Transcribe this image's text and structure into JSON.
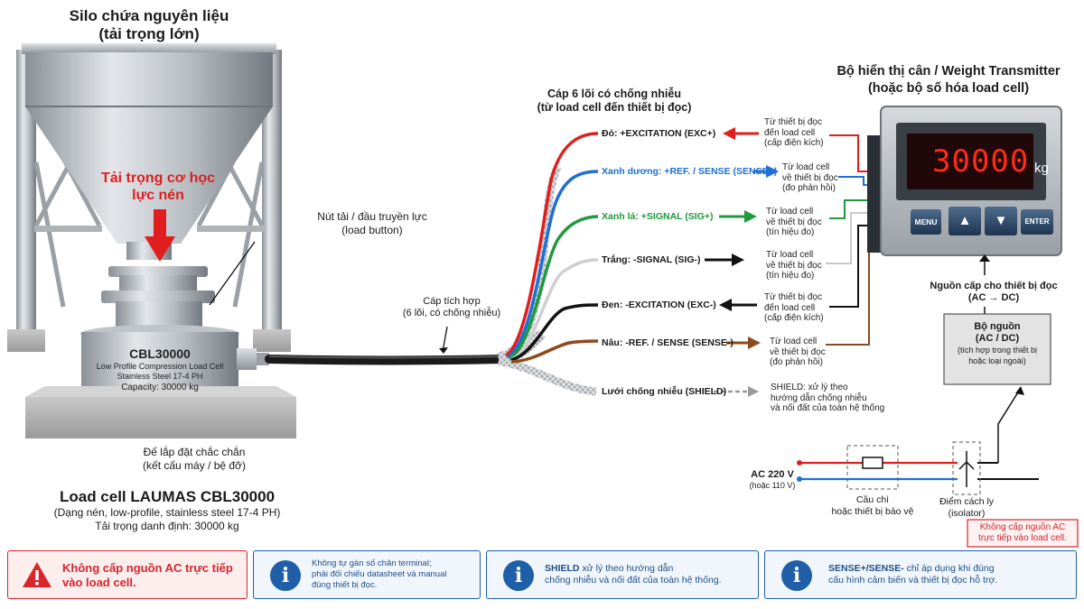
{
  "silo": {
    "title_line1": "Silo chứa nguyên liệu",
    "title_line2": "(tải trọng lớn)",
    "load_line1": "Tải trọng cơ học",
    "load_line2": "lực nén"
  },
  "load_button": {
    "line1": "Nút tải / đầu truyền lực",
    "line2": "(load button)"
  },
  "loadcell_body": {
    "model": "CBL30000",
    "desc": "Low Profile Compression Load Cell",
    "material": "Stainless Steel 17-4 PH",
    "capacity": "Capacity: 30000 kg"
  },
  "base": {
    "line1": "Đế lắp đặt chắc chắn",
    "line2": "(kết cấu máy / bệ đỡ)"
  },
  "loadcell_caption": {
    "title": "Load cell LAUMAS CBL30000",
    "line1": "(Dạng nén, low-profile, stainless steel 17-4 PH)",
    "line2": "Tải trọng danh định: 30000 kg"
  },
  "integrated_cable": {
    "line1": "Cáp tích hợp",
    "line2": "(6 lõi, có chống nhiễu)"
  },
  "cable6": {
    "line1": "Cáp 6 lõi có chống nhiễu",
    "line2": "(từ load cell đến thiết bị đọc)"
  },
  "wires": [
    {
      "color_name": "Đỏ:",
      "signal": "+EXCITATION (EXC+)",
      "color": "#e01e1e",
      "arrow_dir": "left",
      "note": [
        "Từ thiết bị đọc",
        "đến load cell",
        "(cấp điện kích)"
      ]
    },
    {
      "color_name": "Xanh dương:",
      "signal": "+REF. / SENSE (SENSE+)",
      "color": "#1e6fd6",
      "arrow_dir": "right",
      "note": [
        "Từ load cell",
        "về thiết bị đọc",
        "(đo phản hồi)"
      ]
    },
    {
      "color_name": "Xanh lá:",
      "signal": "+SIGNAL (SIG+)",
      "color": "#1e9a3c",
      "arrow_dir": "right",
      "note": [
        "Từ load cell",
        "về thiết bị đọc",
        "(tín hiệu đo)"
      ]
    },
    {
      "color_name": "Trắng:",
      "signal": "-SIGNAL (SIG-)",
      "color": "#bdbdbd",
      "arrow_dir": "right",
      "note": [
        "Từ load cell",
        "về thiết bị đọc",
        "(tín hiệu đo)"
      ]
    },
    {
      "color_name": "Đen:",
      "signal": "-EXCITATION (EXC-)",
      "color": "#111111",
      "arrow_dir": "left",
      "note": [
        "Từ thiết bị đọc",
        "đến load cell",
        "(cấp điện kích)"
      ]
    },
    {
      "color_name": "Nâu:",
      "signal": "-REF. / SENSE (SENSE-)",
      "color": "#8b4a1c",
      "arrow_dir": "right",
      "note": [
        "Từ load cell",
        "về thiết bị đọc",
        "(đo phản hồi)"
      ]
    }
  ],
  "shield": {
    "label": "Lưới chống nhiễu (SHIELD)",
    "note": [
      "SHIELD: xử lý theo",
      "hướng dẫn chống nhiễu",
      "và nối đất của toàn hệ thống"
    ]
  },
  "transmitter": {
    "title_line1": "Bộ hiển thị cân / Weight Transmitter",
    "title_line2": "(hoặc bộ số hóa load cell)",
    "display_value": "30000",
    "unit": "kg",
    "buttons": {
      "menu": "MENU",
      "up": "▲",
      "down": "▼",
      "enter": "ENTER"
    }
  },
  "power_supply_label": {
    "line1": "Nguồn cấp cho thiết bị đọc",
    "line2": "(AC → DC)"
  },
  "power_unit": {
    "line1": "Bộ nguồn",
    "line2": "(AC / DC)",
    "line3": "(tích hợp trong thiết bị",
    "line4": "hoặc loại ngoài)"
  },
  "ac_input": {
    "line1": "AC 220 V",
    "line2": "(hoặc 110 V)"
  },
  "fuse": {
    "line1": "Cầu chì",
    "line2": "hoặc thiết bị bảo vệ"
  },
  "isolator": {
    "line1": "Điểm cách ly",
    "line2": "(isolator)"
  },
  "ac_warning": {
    "line1": "Không cấp nguồn AC",
    "line2": "trực tiếp vào load cell."
  },
  "banners": [
    {
      "type": "warning",
      "line1": "Không cấp nguồn AC trực tiếp",
      "line2": "vào load cell."
    },
    {
      "type": "info",
      "line1": "Không tự gán số chân terminal;",
      "line2": "phải đối chiếu datasheet và manual",
      "line3": "đúng thiết bị đọc."
    },
    {
      "type": "info",
      "bold": "SHIELD",
      "line1": " xử lý theo hướng dẫn",
      "line2": "chống nhiễu và nối đất của toàn hệ thống."
    },
    {
      "type": "info",
      "bold": "SENSE+/SENSE-",
      "line1": " chỉ áp dụng khi đúng",
      "line2": "cấu hình cảm biến và thiết bị đọc hỗ trợ."
    }
  ],
  "colors": {
    "red": "#e01e1e",
    "blue": "#1e6fd6",
    "green": "#1e9a3c",
    "brown": "#8b4a1c",
    "display_bg": "#2a1010",
    "display_digits": "#ff2a1a",
    "warning": "#d7262c",
    "info": "#1f5fa8"
  }
}
